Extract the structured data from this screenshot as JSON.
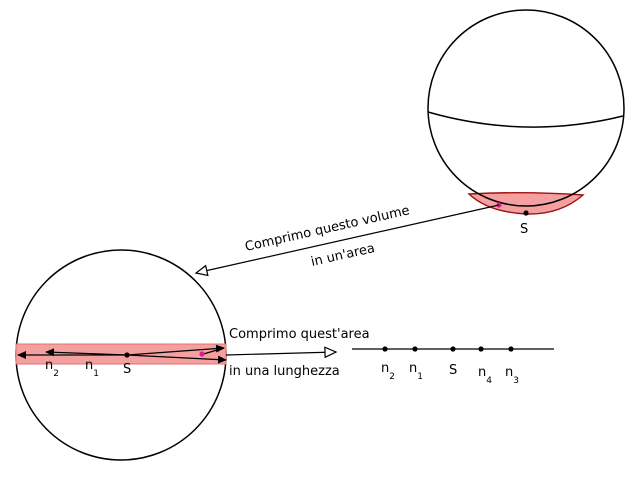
{
  "annotations": {
    "volume_line1": "Comprimo questo volume",
    "volume_line2": "in un'area",
    "area_line1": "Comprimo quest'area",
    "area_line2": "in una lunghezza"
  },
  "sphere_top": {
    "point_label": "S"
  },
  "sphere_bottom": {
    "labels": [
      {
        "name": "n",
        "sub": "2"
      },
      {
        "name": "n",
        "sub": "1"
      },
      {
        "name": "S",
        "sub": ""
      }
    ]
  },
  "line_points": [
    {
      "name": "n",
      "sub": "2"
    },
    {
      "name": "n",
      "sub": "1"
    },
    {
      "name": "S",
      "sub": ""
    },
    {
      "name": "n",
      "sub": "4"
    },
    {
      "name": "n",
      "sub": "3"
    }
  ],
  "colors": {
    "highlight_fill": "#f4a0a0",
    "highlight_stroke": "#a01010",
    "magenta_point": "#e0208a",
    "ink": "#000000"
  }
}
